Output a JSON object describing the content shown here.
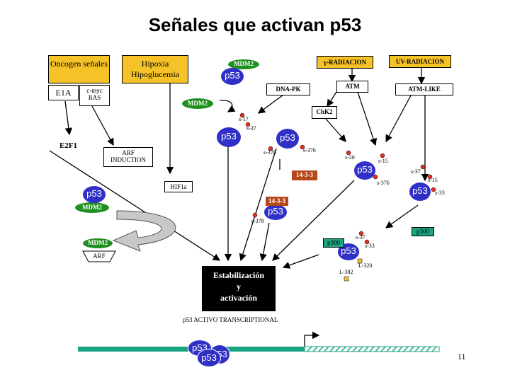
{
  "title": "Señales que activan p53",
  "slide_number": "11",
  "top_boxes": {
    "oncogen": "Oncogen señales",
    "e1a": "E1A",
    "cmyc": "c-myc RAS",
    "hipoxia": "Hipoxia Hipoglucemia",
    "gamma": "γ-RADIACION",
    "uv": "UV-RADIACION",
    "atm": "ATM",
    "atm_like": "ATM-LIKE",
    "dna_pk": "DNA-PK",
    "chk2": "ChK2"
  },
  "labels": {
    "e2f1": "E2F1",
    "arf_induction": "ARF INDUCTION",
    "hif1a": "HIF1a",
    "mdm2": "MDM2",
    "p53": "p53",
    "arf": "ARF",
    "p300": "p300",
    "fourteen33": "14-3-3",
    "stab_line1": "Estabilización",
    "stab_line2": "y",
    "stab_line3": "activación",
    "caption": "p53 ACTIVO TRANSCRIPTIONAL"
  },
  "sites": {
    "s17": "s-17",
    "s37": "s-37",
    "s378": "s-378",
    "s376": "s-376",
    "s20": "s-20",
    "s15": "s-15",
    "s33": "s-33",
    "l320": "L-320",
    "l382": "L-382"
  },
  "colors": {
    "yellow_box": "#f5c327",
    "mdm2": "#1f8f1f",
    "p53": "#3030c8",
    "fourteen33": "#b5481a",
    "p300": "#1aa683",
    "phospho": "#e03020",
    "acetyl": "#f0c040",
    "dna": "#1aa683"
  }
}
